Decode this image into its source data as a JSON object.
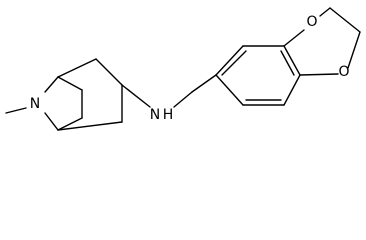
{
  "molecule": {
    "atoms": [
      {
        "id": "n_methyl",
        "symbol": "N"
      },
      {
        "id": "n_amine",
        "symbol": "N"
      },
      {
        "id": "h_amine",
        "symbol": "H"
      },
      {
        "id": "o_top",
        "symbol": "O"
      },
      {
        "id": "o_bottom",
        "symbol": "O"
      }
    ]
  }
}
